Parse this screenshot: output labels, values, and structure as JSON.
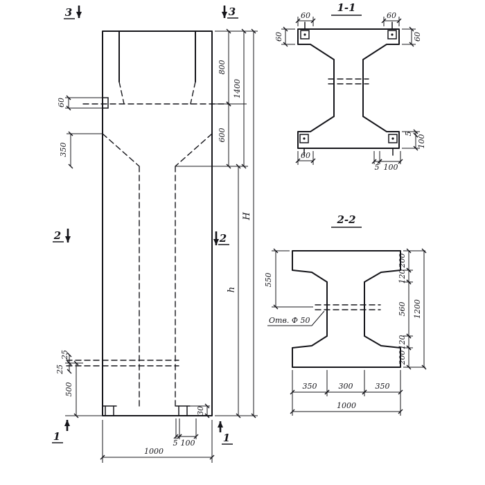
{
  "elevation": {
    "markers": {
      "s3l": "3",
      "s3r": "3",
      "s2l": "2",
      "s2r": "2",
      "s1l": "1",
      "s1r": "1"
    },
    "dims": {
      "top60": "60",
      "d800": "800",
      "d1400": "1400",
      "d600": "600",
      "d350": "350",
      "H": "H",
      "h": "h",
      "d25a": "25",
      "d25b": "25",
      "d500": "500",
      "d30": "30",
      "d5": "5",
      "d100": "100",
      "d1000": "1000"
    }
  },
  "section11": {
    "title": "1-1",
    "dims": {
      "tl60h": "60",
      "tl60v": "60",
      "tr60h": "60",
      "tr60v": "60",
      "r5": "5",
      "r100": "100",
      "bl60": "60",
      "b5": "5",
      "b100": "100"
    }
  },
  "section22": {
    "title": "2-2",
    "hole": "Отв. Ф 50",
    "dims": {
      "d550": "550",
      "r200t": "200",
      "r120t": "120",
      "r560": "560",
      "r120b": "120",
      "r200b": "200",
      "d1200": "1200",
      "b350l": "350",
      "b300": "300",
      "b350r": "350",
      "b1000": "1000"
    }
  }
}
